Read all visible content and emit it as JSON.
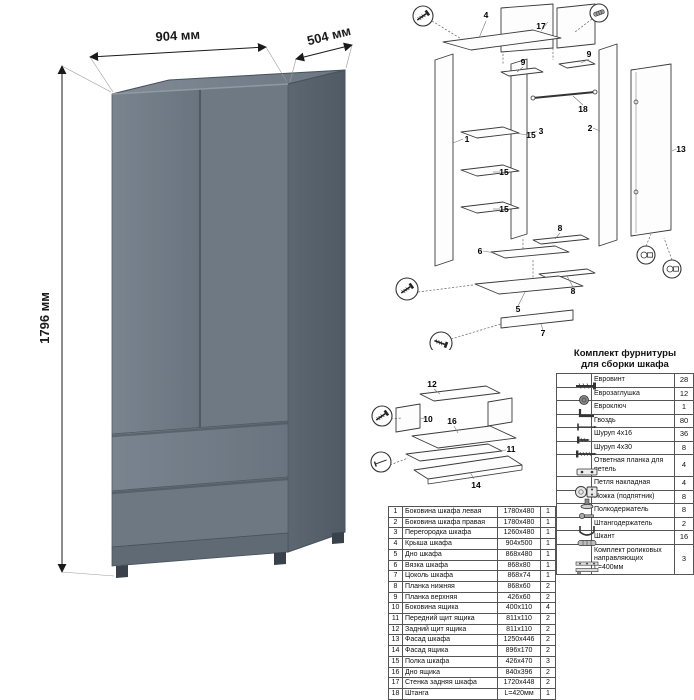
{
  "dimensions": {
    "width": "904 мм",
    "depth": "504 мм",
    "height": "1796 мм"
  },
  "hardware": {
    "title_line1": "Комплект фурнитуры",
    "title_line2": "для сборки шкафа",
    "items": [
      {
        "name": "Евровинт",
        "qty": "28",
        "icon": "confirmat-screw-icon"
      },
      {
        "name": "Еврозаглушка",
        "qty": "12",
        "icon": "euro-cap-icon"
      },
      {
        "name": "Евроключ",
        "qty": "1",
        "icon": "hex-key-icon"
      },
      {
        "name": "Гвоздь",
        "qty": "80",
        "icon": "nail-icon"
      },
      {
        "name": "Шуруп 4x16",
        "qty": "36",
        "icon": "screw-4x16-icon"
      },
      {
        "name": "Шуруп 4x30",
        "qty": "8",
        "icon": "screw-4x30-icon"
      },
      {
        "name": "Ответная планка для петель",
        "qty": "4",
        "icon": "hinge-plate-icon"
      },
      {
        "name": "Петля накладная",
        "qty": "4",
        "icon": "hinge-icon"
      },
      {
        "name": "Ножка (подпятник)",
        "qty": "8",
        "icon": "foot-icon"
      },
      {
        "name": "Полкодержатель",
        "qty": "8",
        "icon": "shelf-pin-icon"
      },
      {
        "name": "Штангодержатель",
        "qty": "2",
        "icon": "rail-holder-icon"
      },
      {
        "name": "Шкант",
        "qty": "16",
        "icon": "dowel-icon"
      },
      {
        "name": "Комплект роликовых направляющих L=400мм",
        "qty": "3",
        "icon": "drawer-slides-icon"
      }
    ]
  },
  "parts": {
    "rows": [
      {
        "num": "1",
        "name": "Боковина шкафа левая",
        "size": "1780x480",
        "qty": "1"
      },
      {
        "num": "2",
        "name": "Боковина шкафа правая",
        "size": "1780x480",
        "qty": "1"
      },
      {
        "num": "3",
        "name": "Перегородка шкафа",
        "size": "1260x480",
        "qty": "1"
      },
      {
        "num": "4",
        "name": "Крыша шкафа",
        "size": "904x500",
        "qty": "1"
      },
      {
        "num": "5",
        "name": "Дно шкафа",
        "size": "868x480",
        "qty": "1"
      },
      {
        "num": "6",
        "name": "Вязка шкафа",
        "size": "868x80",
        "qty": "1"
      },
      {
        "num": "7",
        "name": "Цоколь шкафа",
        "size": "868x74",
        "qty": "1"
      },
      {
        "num": "8",
        "name": "Планка нижняя",
        "size": "868x60",
        "qty": "2"
      },
      {
        "num": "9",
        "name": "Планка верхняя",
        "size": "426x60",
        "qty": "2"
      },
      {
        "num": "10",
        "name": "Боковина ящика",
        "size": "400x110",
        "qty": "4"
      },
      {
        "num": "11",
        "name": "Передний щит ящика",
        "size": "811x110",
        "qty": "2"
      },
      {
        "num": "12",
        "name": "Задний щит ящика",
        "size": "811x110",
        "qty": "2"
      },
      {
        "num": "13",
        "name": "Фасад шкафа",
        "size": "1250x446",
        "qty": "2"
      },
      {
        "num": "14",
        "name": "Фасад ящика",
        "size": "896x170",
        "qty": "2"
      },
      {
        "num": "15",
        "name": "Полка шкафа",
        "size": "426x470",
        "qty": "3"
      },
      {
        "num": "16",
        "name": "Дно ящика",
        "size": "840x396",
        "qty": "2"
      },
      {
        "num": "17",
        "name": "Стенка задняя шкафа",
        "size": "1720x448",
        "qty": "2"
      },
      {
        "num": "18",
        "name": "Штанга",
        "size": "L=420мм",
        "qty": "1"
      }
    ]
  },
  "diagram": {
    "main_labels": [
      "4",
      "17",
      "9",
      "9",
      "18",
      "1",
      "3",
      "2",
      "15",
      "15",
      "15",
      "13",
      "6",
      "8",
      "8",
      "5",
      "7"
    ],
    "drawer_labels": [
      "12",
      "10",
      "16",
      "11",
      "14"
    ]
  }
}
